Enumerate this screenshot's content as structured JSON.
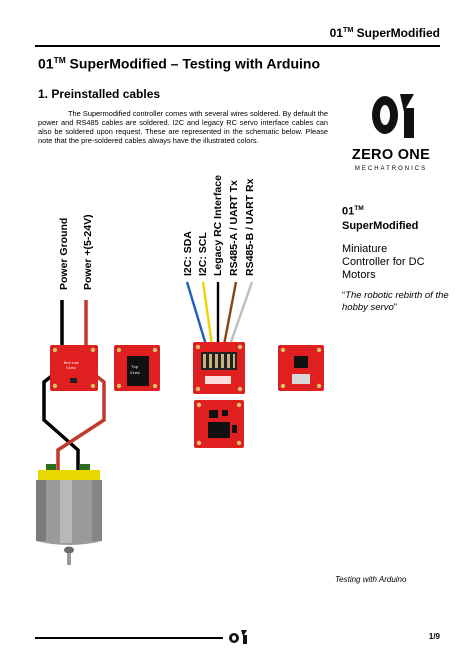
{
  "header": {
    "prefix": "01",
    "sup": "TM",
    "name": " SuperModified"
  },
  "doc_title": {
    "prefix": "01",
    "sup": "TM",
    "rest": " SuperModified – Testing with Arduino"
  },
  "section_title": "1. Preinstalled cables",
  "body_text": "The Supermodified controller comes with several wires soldered. By default the power and RS485 cables are soldered. I2C and legacy RC servo interface cables can also be soldered upon request. These are represented in the schematic below. Please note that the pre-soldered cables always have the illustrated colors.",
  "logo": {
    "line1": "ZERO ONE",
    "line2": "MECHATRONICS"
  },
  "sidebar": {
    "prefix": "01",
    "sup": "TM",
    "name": "SuperModified",
    "subtitle_lines": [
      "Miniature",
      "Controller for DC",
      "Motors"
    ],
    "quote_open": "“",
    "quote_text": "The robotic rebirth of the hobby servo",
    "quote_close": "”"
  },
  "cable_labels": {
    "power": [
      "Power Ground",
      "Power +(5-24V)"
    ],
    "signal": [
      "I2C: SDA",
      "I2C: SCL",
      "Legacy RC Interface",
      "RS485-A / UART Tx",
      "RS485-B / UART Rx"
    ]
  },
  "board_labels": {
    "bottom_view": [
      "Bottom",
      "View"
    ],
    "top_view": [
      "Top",
      "View"
    ]
  },
  "wire_colors": {
    "ground": "#000000",
    "power": "#c0392b",
    "signal": [
      "#1f5fbf",
      "#f2d100",
      "#000000",
      "#8b4513",
      "#bdbdbd"
    ]
  },
  "board_color": "#e02020",
  "caption": "Testing with Arduino",
  "page_number": "1/9"
}
